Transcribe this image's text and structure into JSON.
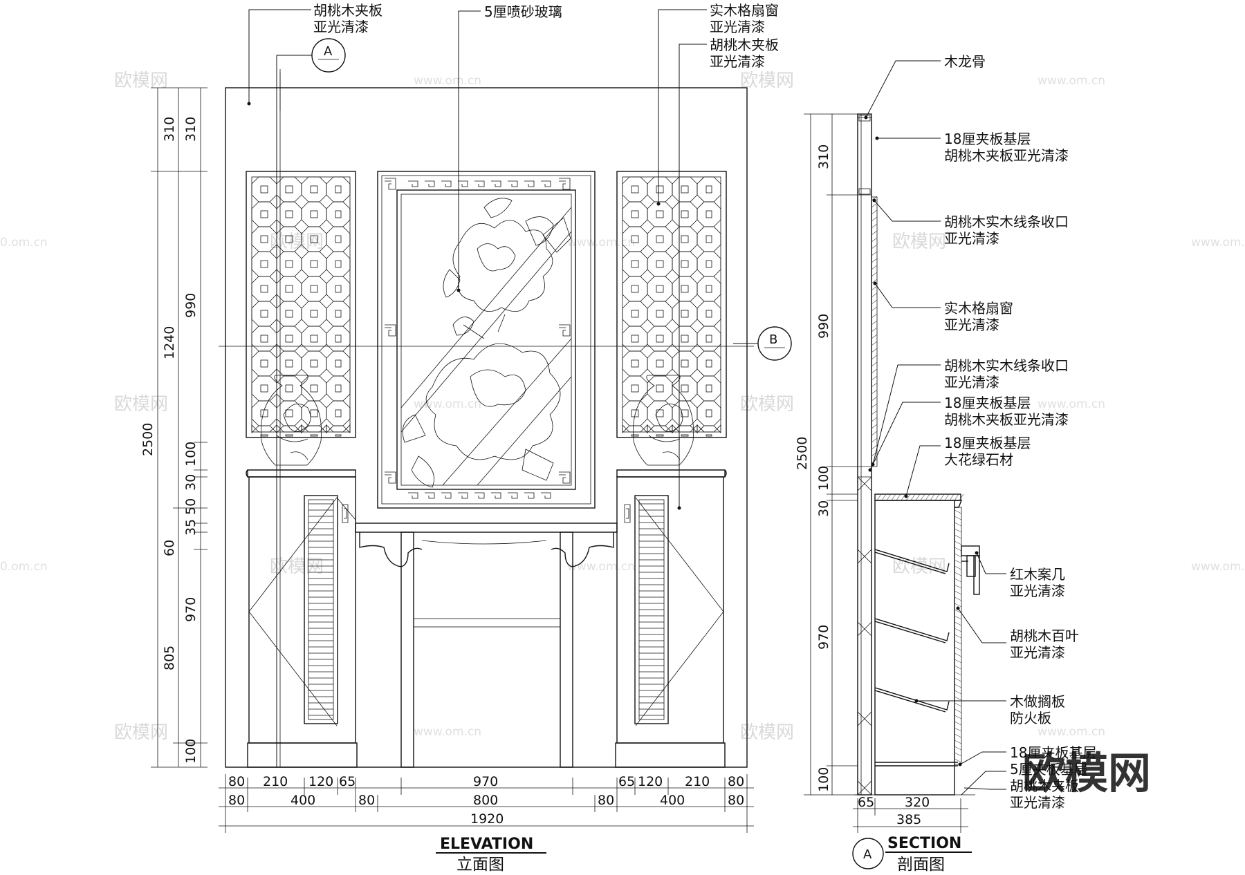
{
  "elevation": {
    "title": "ELEVATION",
    "subtitle": "立面图",
    "callouts": {
      "walnut_panel": [
        "胡桃木夹板",
        "亚光清漆"
      ],
      "frosted_glass": "5厘喷砂玻璃",
      "lattice_window": [
        "实木格扇窗",
        "亚光清漆"
      ],
      "walnut_panel_right": [
        "胡桃木夹板",
        "亚光清漆"
      ]
    },
    "section_markers": {
      "a": "A",
      "b": "B"
    },
    "vertical_dims_outer": [
      "2500"
    ],
    "vertical_dims_mid": [
      "310",
      "1240",
      "805",
      "100"
    ],
    "vertical_dims_inner": [
      "310",
      "990",
      "100",
      "30",
      "50",
      "35",
      "60",
      "970",
      "100"
    ],
    "horizontal_dims_row1": [
      "80",
      "210",
      "120",
      "65",
      "970",
      "65",
      "120",
      "210",
      "80"
    ],
    "horizontal_dims_row2": [
      "80",
      "400",
      "80",
      "800",
      "80",
      "400",
      "80"
    ],
    "horizontal_dims_total": "1920"
  },
  "section": {
    "title": "SECTION",
    "subtitle": "剖面图",
    "marker": "A",
    "callouts": [
      [
        "木龙骨"
      ],
      [
        "18厘夹板基层",
        "胡桃木夹板亚光清漆"
      ],
      [
        "胡桃木实木线条收口",
        "亚光清漆"
      ],
      [
        "实木格扇窗",
        "亚光清漆"
      ],
      [
        "胡桃木实木线条收口",
        "亚光清漆"
      ],
      [
        "18厘夹板基层",
        "胡桃木夹板亚光清漆"
      ],
      [
        "18厘夹板基层",
        "大花绿石材"
      ],
      [
        "红木案几",
        "亚光清漆"
      ],
      [
        "胡桃木百叶",
        "亚光清漆"
      ],
      [
        "木做搁板",
        "防火板"
      ],
      [
        "18厘夹板基层",
        "5厘夹板基层",
        "胡桃木夹板",
        "亚光清漆"
      ]
    ],
    "vertical_dims_outer": [
      "2500"
    ],
    "vertical_dims_inner": [
      "310",
      "990",
      "100",
      "30",
      "970",
      "100"
    ],
    "horizontal_dims_row1": [
      "65",
      "320"
    ],
    "horizontal_dims_total": "385"
  },
  "watermarks": {
    "logo": "欧模网",
    "url": "www.om.cn",
    "url_short": "0.om.cn"
  }
}
